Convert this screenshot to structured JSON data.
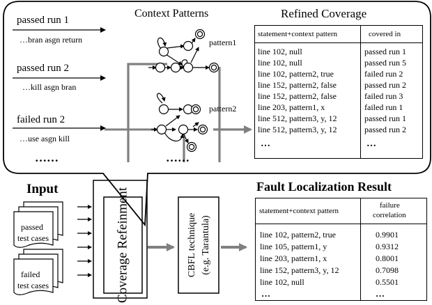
{
  "runs": [
    {
      "label": "passed run 1",
      "seq": "…bran asgn  return"
    },
    {
      "label": "passed run 2",
      "seq": "…kill asgn bran"
    },
    {
      "label": "failed run 2",
      "seq": "…use  asgn  kill"
    }
  ],
  "runs_ellipsis": "……",
  "context": {
    "title": "Context Patterns",
    "pattern_labels": [
      "pattern1",
      "pattern2"
    ],
    "ellipsis": "……"
  },
  "refined": {
    "title": "Refined Coverage",
    "headers": [
      "statement+context pattern",
      "covered in"
    ],
    "rows": [
      [
        "line 102, null",
        "passed run 1"
      ],
      [
        "line 102, null",
        "passed run 5"
      ],
      [
        "line 102, pattern2, true",
        "failed run 2"
      ],
      [
        "line 152, pattern2, false",
        "passed run 2"
      ],
      [
        "line 152, pattern2, false",
        "failed run 3"
      ],
      [
        "line 203, pattern1, x",
        "failed run 1"
      ],
      [
        "line 512, pattern3, y, 12",
        "passed run 1"
      ],
      [
        "line 512, pattern3, y, 12",
        "passed run 2"
      ],
      [
        "…",
        "…"
      ]
    ]
  },
  "input": {
    "title": "Input",
    "passed": [
      "passed",
      "test cases"
    ],
    "failed": [
      "failed",
      "test cases"
    ]
  },
  "coverage_box": "Coverage Refeinment",
  "cbfl_box": [
    "CBFL technique",
    "(e.g. Tarantula)"
  ],
  "result": {
    "title": "Fault Localization Result",
    "headers": [
      "statement+context pattern",
      "failure",
      "correlation"
    ],
    "rows": [
      [
        "line 102, pattern2, true",
        "0.9901"
      ],
      [
        "line 105, pattern1, y",
        "0.9312"
      ],
      [
        "line 203, pattern1, x",
        "0.8001"
      ],
      [
        "line 152, pattern3, y, 12",
        "0.7098"
      ],
      [
        "line 102, null",
        "0.5501"
      ],
      [
        "…",
        "…"
      ]
    ]
  }
}
